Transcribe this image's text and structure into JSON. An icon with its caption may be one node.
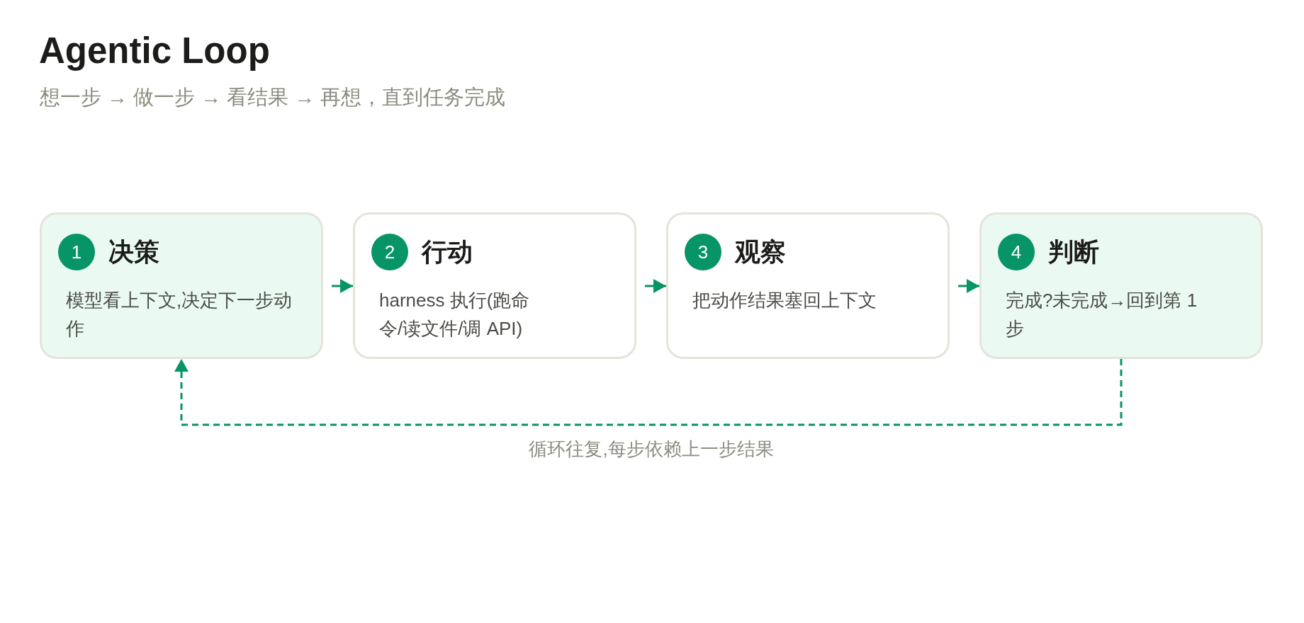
{
  "diagram": {
    "title": "Agentic Loop",
    "nodes": [
      {
        "text": [
          "决策",
          "模型看上下文,决定下一步动作"
        ]
      },
      {
        "text": [
          "1"
        ],
        "in": 0
      },
      {
        "text": [
          "行动",
          "harness 执行(跑命令/读文件/调 API)"
        ]
      },
      {
        "text": [
          "2"
        ],
        "in": 2
      },
      {
        "text": [
          "观察",
          "把动作结果塞回上下文"
        ]
      },
      {
        "text": [
          "3"
        ],
        "in": 4
      },
      {
        "text": [
          "判断",
          "完成?未完成→回到第 1 步"
        ]
      },
      {
        "text": [
          "4"
        ],
        "in": 6
      }
    ],
    "edges": [
      {
        "from": 0,
        "to": 2,
        "arrow": "to"
      },
      {
        "from": 2,
        "to": 4,
        "arrow": "to"
      },
      {
        "from": 4,
        "to": 6,
        "arrow": "to"
      },
      {
        "from": 6,
        "to": 0,
        "arrow": "to",
        "style": "dashed",
        "label": "循环往复,每步依赖上一步结果"
      }
    ],
    "labels": [
      "想一步 → 做一步 → 看结果 → 再想，直到任务完成"
    ]
  }
}
